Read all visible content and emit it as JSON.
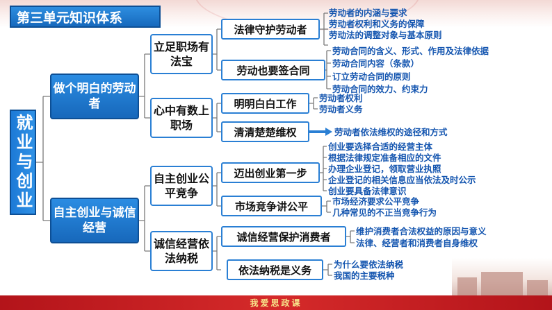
{
  "title": "第三单元知识体系",
  "root": "就业与创业",
  "level1": [
    {
      "label": "做个明白的劳动者"
    },
    {
      "label": "自主创业与诚信经营"
    }
  ],
  "level2": [
    {
      "label": "立足职场有法宝"
    },
    {
      "label": "心中有数上职场"
    },
    {
      "label": "自主创业公平竞争"
    },
    {
      "label": "诚信经营依法纳税"
    }
  ],
  "level3": [
    {
      "label": "法律守护劳动者",
      "items": [
        "劳动者的内涵与要求",
        "劳动者权利和义务的保障",
        "劳动法的调整对象与基本原则"
      ]
    },
    {
      "label": "劳动也要签合同",
      "items": [
        "劳动合同的含义、形式、作用及法律依据",
        "劳动合同内容（条款）",
        "订立劳动合同的原则",
        "劳动合同的效力、约束力"
      ]
    },
    {
      "label": "明明白白工作",
      "items": [
        "劳动者权利",
        "劳动者义务"
      ]
    },
    {
      "label": "清清楚楚维权",
      "items": [
        "劳动者依法维权的途径和方式"
      ]
    },
    {
      "label": "迈出创业第一步",
      "items": [
        "创业要选择合适的经营主体",
        "根据法律规定准备相应的文件",
        "办理企业登记，领取营业执照",
        "企业登记的相关信息应当依法及时公示",
        "创业要具备法律意识"
      ]
    },
    {
      "label": "市场竞争讲公平",
      "items": [
        "市场经济要求公平竞争",
        "几种常见的不正当竞争行为"
      ]
    },
    {
      "label": "诚信经营保护消费者",
      "items": [
        "维护消费者合法权益的原因与意义",
        "法律、经营者和消费者自身维权"
      ]
    },
    {
      "label": "依法纳税是义务",
      "items": [
        "为什么要依法纳税",
        "我国的主要税种"
      ]
    }
  ],
  "footer": "我爱思政课",
  "colors": {
    "accent": "#1768bb",
    "leaf_text": "#1556b0",
    "footer": "#c81e22"
  }
}
